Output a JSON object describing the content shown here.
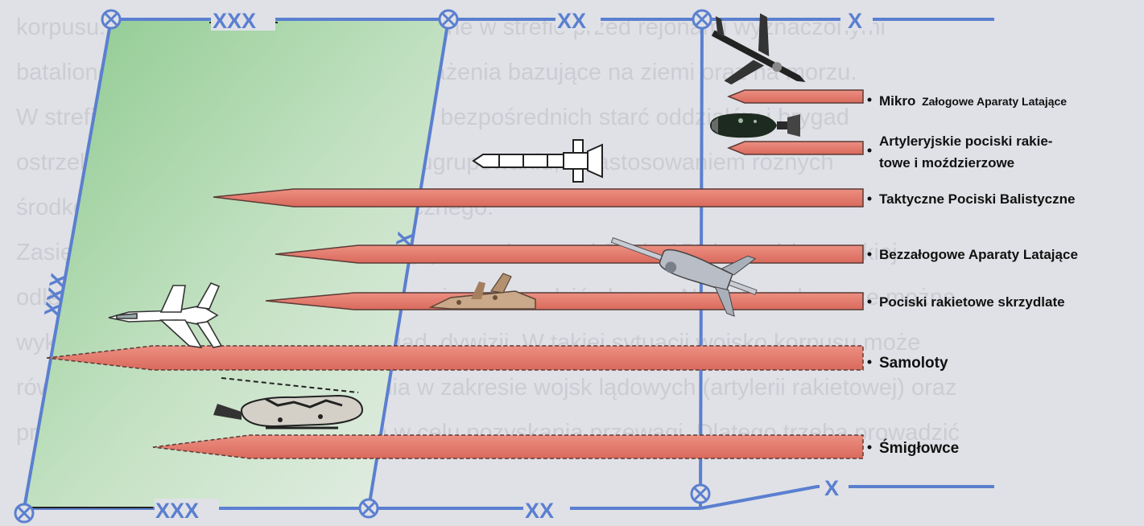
{
  "background_text": [
    "korpusu. Działania te mogą być realizowane w strefie przed rejonami wyznaczonymi",
    "batalionom i obejmują wszystkie środki rażenia bazujące na ziemi oraz na morzu.",
    "W strefie tej również może dochodzić do bezpośrednich starć oddziałów i brygad",
    "ostrzelanie przeciwnika w pełnym jego ugrupowaniu, z zastosowaniem różnych",
    "środków rażenia ogniowego i elektronicznego.",
    "Zasięg działania korpusu jest określony przez obszar od 87 do 150 km, także w takiej",
    "odległości w głąb obrony przeciwnika można prowadzić obronę. Na całym obszarze można",
    "wykonywać ostrzał przy pomocy brygad, dywizji. W takiej sytuacji wojsko korpusu może",
    "również wykorzystywać środki rażenia w zakresie wojsk lądowych (artylerii rakietowej) oraz",
    "prowadzenie bezpośrednich działań w celu pozyskania przewagi. Dlatego trzeba prowadzić"
  ],
  "markers": {
    "corps": "XXX",
    "division": "XX",
    "brigade": "X"
  },
  "threats": [
    {
      "label_main": "Mikro",
      "label_small": "Załogowe Aparaty Latające"
    },
    {
      "label": "Artyleryjskie pociski rakie-",
      "label2": "towe i moździerzowe"
    },
    {
      "label": "Taktyczne Pociski Balistyczne"
    },
    {
      "label": "Bezzałogowe Aparaty Latające"
    },
    {
      "label": "Pociski rakietowe skrzydlate"
    },
    {
      "label": "Samoloty"
    },
    {
      "label": "Śmigłowce"
    }
  ],
  "icons": [
    "micro-aircraft-icon",
    "mortar-shell-icon",
    "ballistic-missile-icon",
    "uav-drone-icon",
    "cruise-missile-icon",
    "fighter-jet-icon",
    "helicopter-icon"
  ],
  "colors": {
    "boundary": "#5b7fd0",
    "bar_fill": "#e07b6e",
    "zone_green": "#8cc98e"
  }
}
